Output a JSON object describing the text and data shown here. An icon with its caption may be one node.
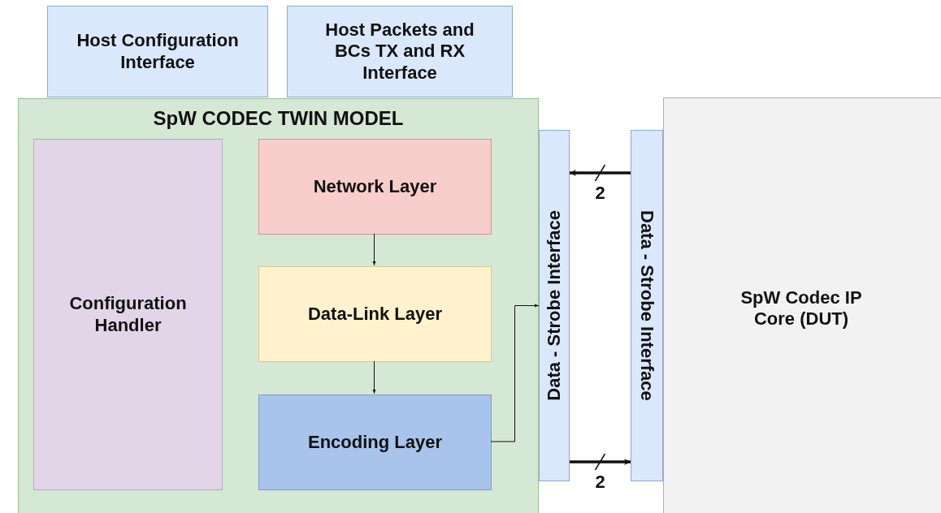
{
  "diagram": {
    "nodes": [
      {
        "text": [
          "Host Configuration Interface"
        ]
      },
      {
        "text": [
          "Host Packets and BCs TX and RX Interface"
        ]
      },
      {
        "text": [
          "SpW CODEC TWIN MODEL"
        ]
      },
      {
        "text": [
          "Configuration Handler"
        ],
        "in": 2
      },
      {
        "text": [
          "Network Layer"
        ],
        "in": 2
      },
      {
        "text": [
          "Data-Link Layer"
        ],
        "in": 2
      },
      {
        "text": [
          "Encoding Layer"
        ],
        "in": 2
      },
      {
        "text": [
          "Data - Strobe Interface"
        ]
      },
      {
        "text": [
          "Data - Strobe Interface"
        ]
      },
      {
        "text": [
          "SpW Codec IP Core (DUT)"
        ]
      }
    ],
    "edges": [
      {
        "from": 4,
        "to": 5,
        "arrow": "to"
      },
      {
        "from": 5,
        "to": 6,
        "arrow": "to"
      },
      {
        "from": 6,
        "to": 7,
        "arrow": "to"
      },
      {
        "from": 8,
        "to": 7,
        "arrow": "to",
        "label": "2",
        "style": "thick"
      },
      {
        "from": 7,
        "to": 8,
        "arrow": "to",
        "label": "2",
        "style": "thick"
      }
    ]
  }
}
